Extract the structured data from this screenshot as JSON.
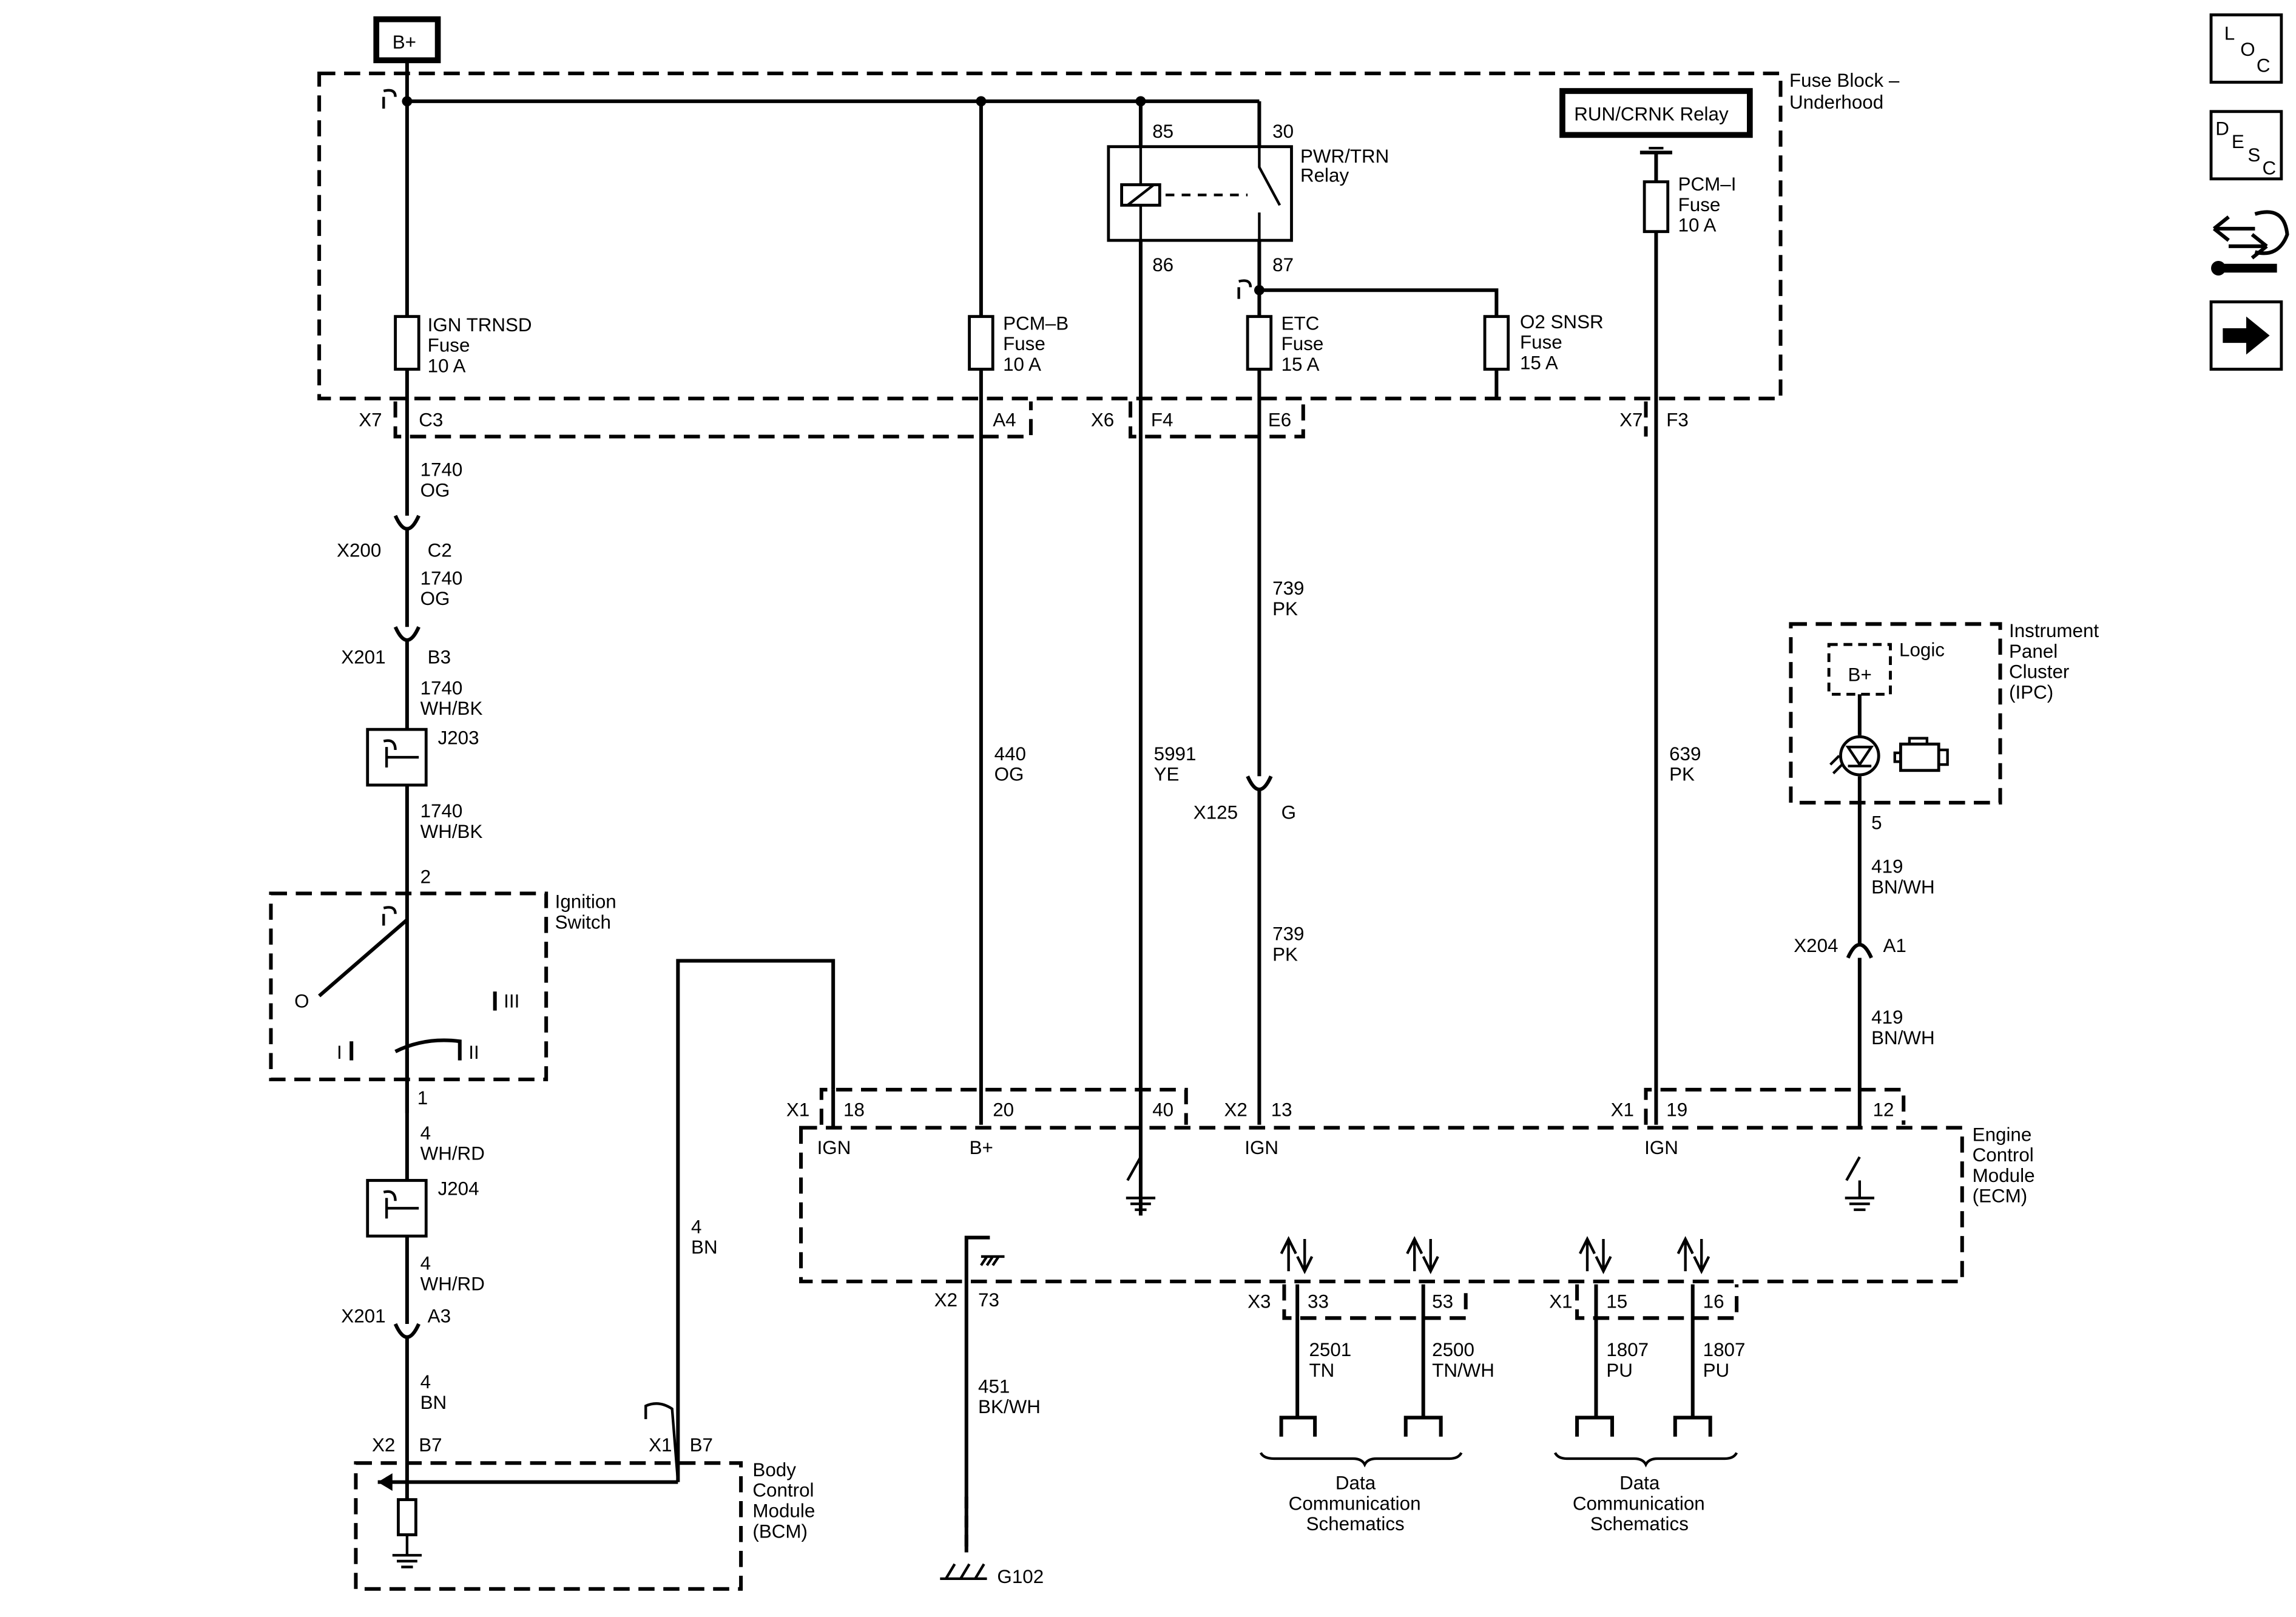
{
  "nav": {
    "loc": {
      "l": "L",
      "o": "O",
      "c": "C"
    },
    "desc": {
      "d": "D",
      "e": "E",
      "s": "S",
      "c": "C"
    }
  },
  "power": {
    "bplus": "B+"
  },
  "fuse_block": {
    "label": [
      "Fuse Block –",
      "Underhood"
    ],
    "run_crnk_relay": "RUN/CRNK Relay",
    "pwr_trn_relay": [
      "PWR/TRN",
      "Relay"
    ],
    "pins": {
      "p85": "85",
      "p30": "30",
      "p86": "86",
      "p87": "87"
    },
    "fuses": [
      {
        "lines": [
          "IGN TRNSD",
          "Fuse",
          "10 A"
        ]
      },
      {
        "lines": [
          "PCM–B",
          "Fuse",
          "10 A"
        ]
      },
      {
        "lines": [
          "ETC",
          "Fuse",
          "15 A"
        ]
      },
      {
        "lines": [
          "O2 SNSR",
          "Fuse",
          "15 A"
        ]
      },
      {
        "lines": [
          "PCM–I",
          "Fuse",
          "10 A"
        ]
      }
    ],
    "connectors": {
      "x7a": "X7",
      "c3": "C3",
      "a4": "A4",
      "x6": "X6",
      "f4": "F4",
      "e6": "E6",
      "x7b": "X7",
      "f3": "F3"
    }
  },
  "left_circuit": {
    "w1": [
      "1740",
      "OG"
    ],
    "x200": "X200",
    "c2": "C2",
    "w2": [
      "1740",
      "OG"
    ],
    "x201a": "X201",
    "b3": "B3",
    "w3": [
      "1740",
      "WH/BK"
    ],
    "j203": "J203",
    "w4": [
      "1740",
      "WH/BK"
    ],
    "pin2": "2",
    "ignition": [
      "Ignition",
      "Switch"
    ],
    "pos_o": "O",
    "pos_i": "I",
    "pos_ii": "II",
    "pos_iii": "III",
    "pin1": "1",
    "w5": [
      "4",
      "WH/RD"
    ],
    "j204": "J204",
    "w6": [
      "4",
      "WH/RD"
    ],
    "x201b": "X201",
    "a3": "A3",
    "w7": [
      "4",
      "BN"
    ],
    "x2": "X2",
    "b7a": "B7",
    "x1": "X1",
    "b7b": "B7",
    "bcm": [
      "Body",
      "Control",
      "Module",
      "(BCM)"
    ],
    "w8": [
      "4",
      "BN"
    ]
  },
  "wires": {
    "w440": [
      "440",
      "OG"
    ],
    "w5991": [
      "5991",
      "YE"
    ],
    "w739a": [
      "739",
      "PK"
    ],
    "x125": "X125",
    "g": "G",
    "w739b": [
      "739",
      "PK"
    ],
    "w639": [
      "639",
      "PK"
    ]
  },
  "ipc": {
    "label": [
      "Instrument",
      "Panel",
      "Cluster",
      "(IPC)"
    ],
    "logic": "Logic",
    "bplus": "B+",
    "pin5": "5",
    "w1": [
      "419",
      "BN/WH"
    ],
    "x204": "X204",
    "a1": "A1",
    "w2": [
      "419",
      "BN/WH"
    ]
  },
  "ecm": {
    "label": [
      "Engine",
      "Control",
      "Module",
      "(ECM)"
    ],
    "top": {
      "x1a": "X1",
      "p18": "18",
      "p20": "20",
      "p40": "40",
      "x2": "X2",
      "p13": "13",
      "x1b": "X1",
      "p19": "19",
      "p12": "12"
    },
    "inner": {
      "ign1": "IGN",
      "bplus": "B+",
      "ign2": "IGN",
      "ign3": "IGN"
    },
    "bottom": {
      "x2": "X2",
      "p73": "73",
      "x3": "X3",
      "p33": "33",
      "p53": "53",
      "x1": "X1",
      "p15": "15",
      "p16": "16"
    }
  },
  "ground": {
    "w451": [
      "451",
      "BK/WH"
    ],
    "g102": "G102"
  },
  "data_comm": {
    "w2501": [
      "2501",
      "TN"
    ],
    "w2500": [
      "2500",
      "TN/WH"
    ],
    "w1807a": [
      "1807",
      "PU"
    ],
    "w1807b": [
      "1807",
      "PU"
    ],
    "group1": [
      "Data",
      "Communication",
      "Schematics"
    ],
    "group2": [
      "Data",
      "Communication",
      "Schematics"
    ]
  }
}
